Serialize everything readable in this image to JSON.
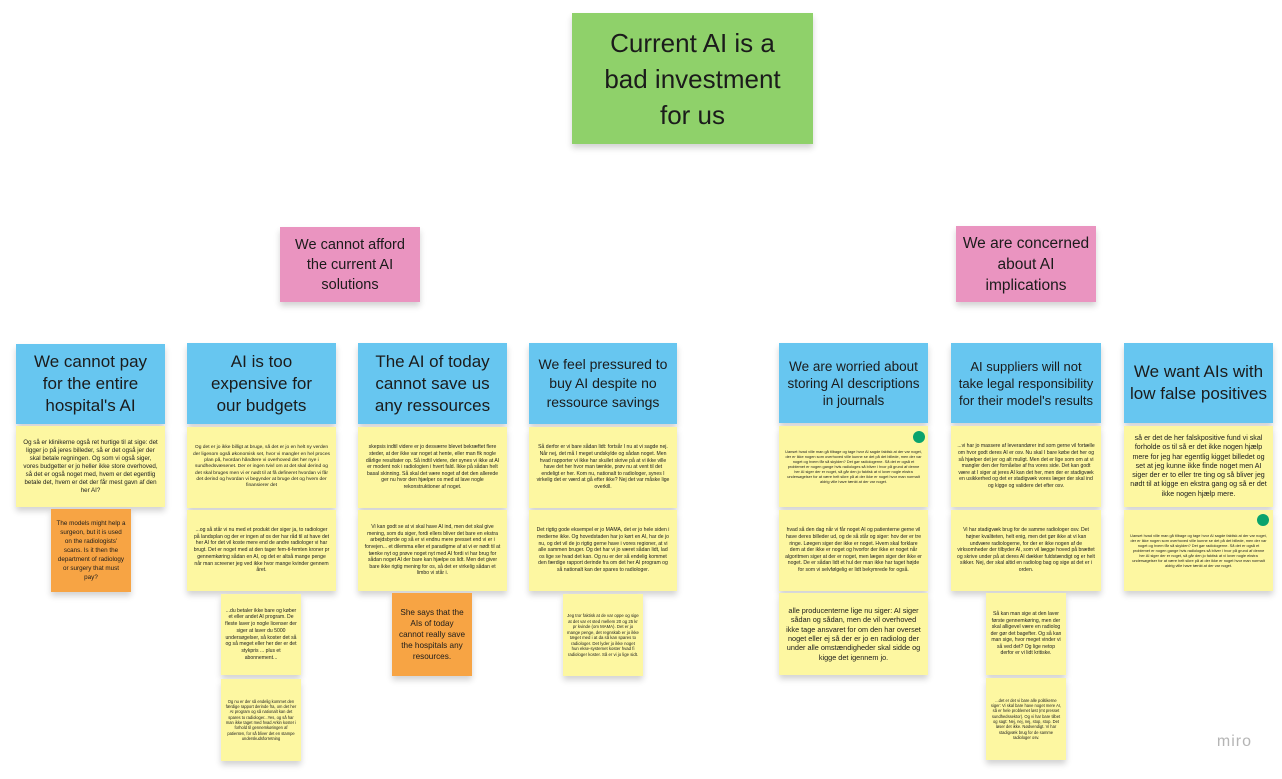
{
  "board": {
    "title": "Current AI is a bad investment for us",
    "themes": {
      "afford": "We cannot afford the current AI solutions",
      "concerned": "We are concerned about AI implications"
    },
    "headers": [
      "We cannot pay for the entire hospital's AI",
      "AI is too expensive for our budgets",
      "The AI of today cannot save us any ressources",
      "We feel pressured to buy AI despite no ressource savings",
      "We are worried about storing AI descriptions in journals",
      "AI suppliers will not take legal responsibility for their model's results",
      "We want AIs with low false positives"
    ],
    "notes": {
      "c1_quote": "Og så er klinikerne også ret hurtige til at sige: det ligger jo på jeres billeder, så er det også jer der skal betale regningen. Og som vi også siger, vores budgetter er jo heller ikke store overhoved, så det er også noget med, hvem er det egentlig betale det, hvem er det der får mest gavn af den her AI?",
      "c1_insight": "The models might help a surgeon, but it is used on the radiologists' scans. Is it then the department of radiology or surgery that must pay?",
      "c2_q1": "Og det er jo ikke billigt at bruge, så det er jo en helt ny verden der ligesom også økonomisk set, hvor vi mangler en hel proces plan på, hvordan håndtere vi overhoved det her nye i sundhedsvæsenet. Der er ingen tvivl om at det skal derind og det skal bruges men vi er nødt til at få defineret hvordan vi får det derind og hvordan vi begynder at bruge det og hvem der finansierer det",
      "c2_q2": "...og så står vi nu med et produkt der siger ja, to radiologer på landsplan og der er ingen af os der har råd til at have det her AI for det vil koste mere end de andre radiologer vi har brugt. Det er noget med at den tager fem-ti-femten kroner pr gennemkøring sådan en AI, og det er altså mange penge når man screener jeg ved ikke hvor mange kvinder gennem året.",
      "c2_q3": "...du betaler ikke bare og køber et eller andet AI program. De fleste laver jo nogle licenser der siger at laver du 5000 undersøgelser, så koster det så og så meget eller her der er det stykpris ... plus et abonnement...",
      "c2_q4": "Og nu er der så endelig kommet den færdige rapport derinde fra, om det her AI program og så nationalt kan det spares to radiologer...Yes, og så har man ikke taget med hvad Arkin koster i forhold til gennemkøringen af patienten, for så bliver det en stampe underskudsforretning",
      "c3_q1": "skepsis indtil videre er jo desværre blevet bekræftet flere steder, at der ikke var noget at hente, eller man fik nogle dårlige resultater op. Så indtil videre, der synes vi ikke at AI er modent nok i radiologien i hvert fald. Ikke på sådan helt basal skinning. Så skal det være noget af det den allerede ger nu hvor den hjælper os med at lave nogle rekonstruktioner af noget.",
      "c3_q2": "Vi kan godt se at vi skal have AI ind, men det skal give mening, som du siger, fordi ellers bliver det bare en ekstra arbejdsbyrde og så er vi endnu mere presset end vi er i forvejen... et dilemma eller et paradigme af at vi er nødt til at tænke nyt og prøve noget nyt med AI fordi vi har brug for sådan noget AI der bare kan hjælpe os lidt. Men det giver bare ikke rigtig mening for os, så det er virkelig sådan et limbo vi står i.",
      "c3_insight": "She says that the AIs of today cannot really save the hospitals any resources.",
      "c4_q1": "Så derfor er vi bare sådan lidt: fortsår I nu at vi sagde nej. Når nej, det må I meget undskylde og sådan noget. Men hvad rapporter vi ikke har skullet skrive på at vi ikke ville have det her hvor man tænkte, prøv nu at vent til det endeligt er her. Kom nu, nationalt to radiologer, synes I virkelig det er værd at gå efter ikke? Nej det var måske lige overkill.",
      "c4_q2": "Det rigtig gode eksempel er jo MAMA, det er jo hele siden i medierne ikke. Og hovedstaden har jo kørt en AI, har de jo nu, og det vil de jo rigtig gerne have i vores regioner, at vi alle sammen bruger. Og det har vi jo været sådan lidt, lad os lige se hvad det kan. Og nu er der så endelig kommet den færdige rapport derinde fra om det her AI program og så nationalt kan der spares to radiologer.",
      "c4_q3": "Jeg tror faktisk at de var oppe og sige at det var et sted mellem 20 og 25 kr pr kvinde (om MAMA). Det er jo mange penge, det regnskab er jo ikke tæget med i at da så kan spares to radiologer. Det lyder jo ikke noget hun ekse-systemet koster hvad fi radiologer koster. Så er vi jo lige sidt.",
      "c5_q1": "Uanset hvad ville man gå tilbage og tage hvor AI sagde faktisk at der var noget, der er ikke nogen som overhoved ville kunne se det på det billede, men der var noget og hvem får så skylden? Det gør radiologerne. Så det er også et problemet er nogen gange hvis radiologes så bliver i hvor på grund af denne her AI siger der er noget, så går den jo faktisk at vi lover nogle ekstra undersøgelser for at være helt sikre på at der ikke er noget hvor man normalt aldrig ville have tænkt at der var noget.",
      "c5_q2": "hvad så den dag når vi får noget AI og patienterne gerne vil have deres billeder ud, og de så står og siger: hov der er tre ringe. Løegen siger der ikke er noget. Hvem skal forklare dem at der ikke er noget og hvorfor der ikke er noget når algoritmen siger at der er noget, men lægen siger der ikke er noget. De er sådan lidt et hul der man ikke har taget højde for som vi selvfølgelig er lidt bekymrede for også.",
      "c5_q3": "alle producenterne lige nu siger: AI siger sådan og sådan, men de vil overhoved ikke tage ansvaret for om den har overset noget eller ej så der er jo en radiolog der under alle omstændigheder skal sidde og kigge det igennem jo.",
      "c6_q1": "...vi har jo massere af leverandører ind som gerne vil fortælle om hvor godt deres AI er osv. Nu skal I bare købe det her og så hjælper det jer og alt muligt. Men det er lige som om at vi mangler den der fornåelse af fra vores side. Det kan godt være at I siger at jeres AI kan det her, men der er stadigvæk en usikkerhed og det er stadigvæk vores læger der skal ind og kigge og validere det efter osv.",
      "c6_q2": "Vi har stadigvæk brug for de samme radiologer osv. Det højner kvaliteten, helt enig, men det gør ikke at vi kan undvære radiologerne, for der er ikke nogen af de virksomheder der tilbyder AI, som vil lægge hoved på brættet og skrive under på at deres AI dækker fuldstændigt og er helt sikker. Nej, der skal altid en radiolog bag og sige at det er i orden.",
      "c6_q3": "Så kan man sige at den laver første gennemkøring, men der skal alligevel være en radiolog der gør det bagefter. Og så kan man sige, hvor meget vinder vi så ved det? Og lige netop derfor er vi lidt kritiske.",
      "c6_q4": "...det er det vi bare alle politikerne siger: Vi skal bare have noget mere AI, så er hele problemet løst (mt presset sundhedssektor). Og vi har bare tilbet og sagt: Nej, nej, nej, stop, stop. Det løser det ikke. Nødvendigt. Vi har stadigvæk brug for de samme radiologer osv.",
      "c7_q1": "så er det de her falskpositive fund vi skal forholde os til så er det ikke nogen hjælp mere for jeg har egentlig kigget billedet og set at jeg kunne ikke finde noget men AI siger der er to eller tre ting og så bliver jeg nødt til at kigge en ekstra gang og så er det ikke nogen hjælp mere.",
      "c7_q2": "Uanset hvad ville man gå tilbage og tage hvor AI sagde faktisk at der var noget, der er ikke nogen som overhoved ville kunne se det på det billede, men der var noget og hvem får så skylden? Det gør radiologerne. Så det er også et problemet er nogen gange hvis radiologes så bliver i hvor på grund af denne her AI siger der er noget, så går den jo faktisk at vi lover nogle ekstra undersøgelser for at være helt sikre på at der ikke er noget hvor man normalt aldrig ville have tænkt at der var noget."
    },
    "colors": {
      "title_note": "#8fd16a",
      "theme_note": "#ea94c0",
      "header_note": "#67c6f0",
      "quote_note": "#fdf7a1",
      "insight_note": "#f7a444",
      "marker_dot": "#0aa36d"
    },
    "logo": "miro"
  }
}
